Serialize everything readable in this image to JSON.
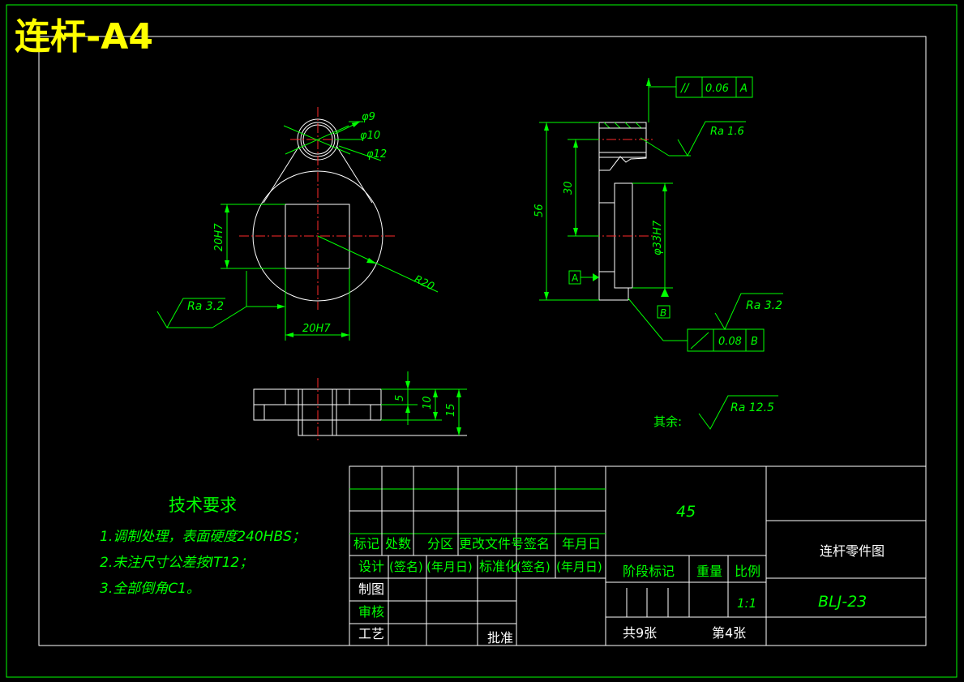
{
  "title": "连杆-A4",
  "dimensions": {
    "d9": "φ9",
    "d10": "φ10",
    "d12": "φ12",
    "h20": "20H7",
    "w20": "20H7",
    "r20": "R20",
    "h56": "56",
    "h30": "30",
    "d33": "φ33H7",
    "t5": "5",
    "t10": "10",
    "t15": "15"
  },
  "roughness": {
    "ra16": "Ra 1.6",
    "ra32_left": "Ra 3.2",
    "ra32_right": "Ra 3.2",
    "ra125": "Ra 12.5",
    "other_label": "其余:"
  },
  "tolerances": {
    "parallel": {
      "symbol": "//",
      "value": "0.06",
      "datum": "A"
    },
    "perpendicular": {
      "value": "0.08",
      "datum": "B"
    },
    "datum_a": "A",
    "datum_b": "B"
  },
  "requirements": {
    "heading": "技术要求",
    "items": [
      "1.调制处理，表面硬度240HBS；",
      "2.未注尺寸公差按IT12；",
      "3.全部倒角C1。"
    ]
  },
  "title_block": {
    "material": "45",
    "drawing_name": "连杆零件图",
    "drawing_no": "BLJ-23",
    "row_labels": {
      "mark": "标记",
      "count": "处数",
      "zone": "分区",
      "change_doc": "更改文件号",
      "sign": "签名",
      "date": "年月日"
    },
    "design": "设计",
    "sign1": "(签名)",
    "date1": "(年月日)",
    "standard": "标准化",
    "sign2": "(签名)",
    "date2": "(年月日)",
    "draw": "制图",
    "review": "审核",
    "process": "工艺",
    "approve": "批准",
    "stage": "阶段标记",
    "weight": "重量",
    "scale_label": "比例",
    "scale": "1:1",
    "total": "共9张",
    "sheet": "第4张"
  }
}
